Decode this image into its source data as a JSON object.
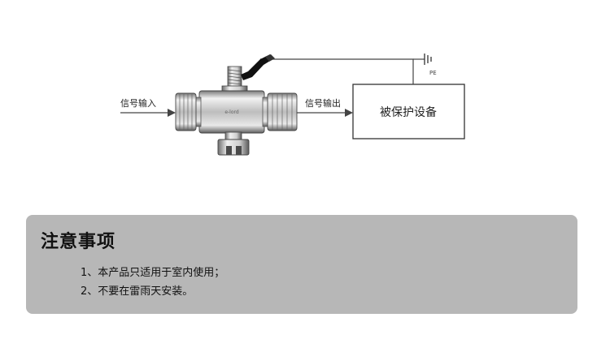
{
  "diagram": {
    "signal_input_label": "信号输入",
    "signal_output_label": "信号输出",
    "protected_device_label": "被保护设备",
    "ground_label": "PE",
    "device_body_text": "e-lord"
  },
  "notes": {
    "title": "注意事项",
    "items": [
      "1、本产品只适用于室内使用；",
      "2、不要在雷雨天安装。"
    ]
  },
  "colors": {
    "panel_background": "#b7b7b7",
    "line_color": "#444444"
  }
}
